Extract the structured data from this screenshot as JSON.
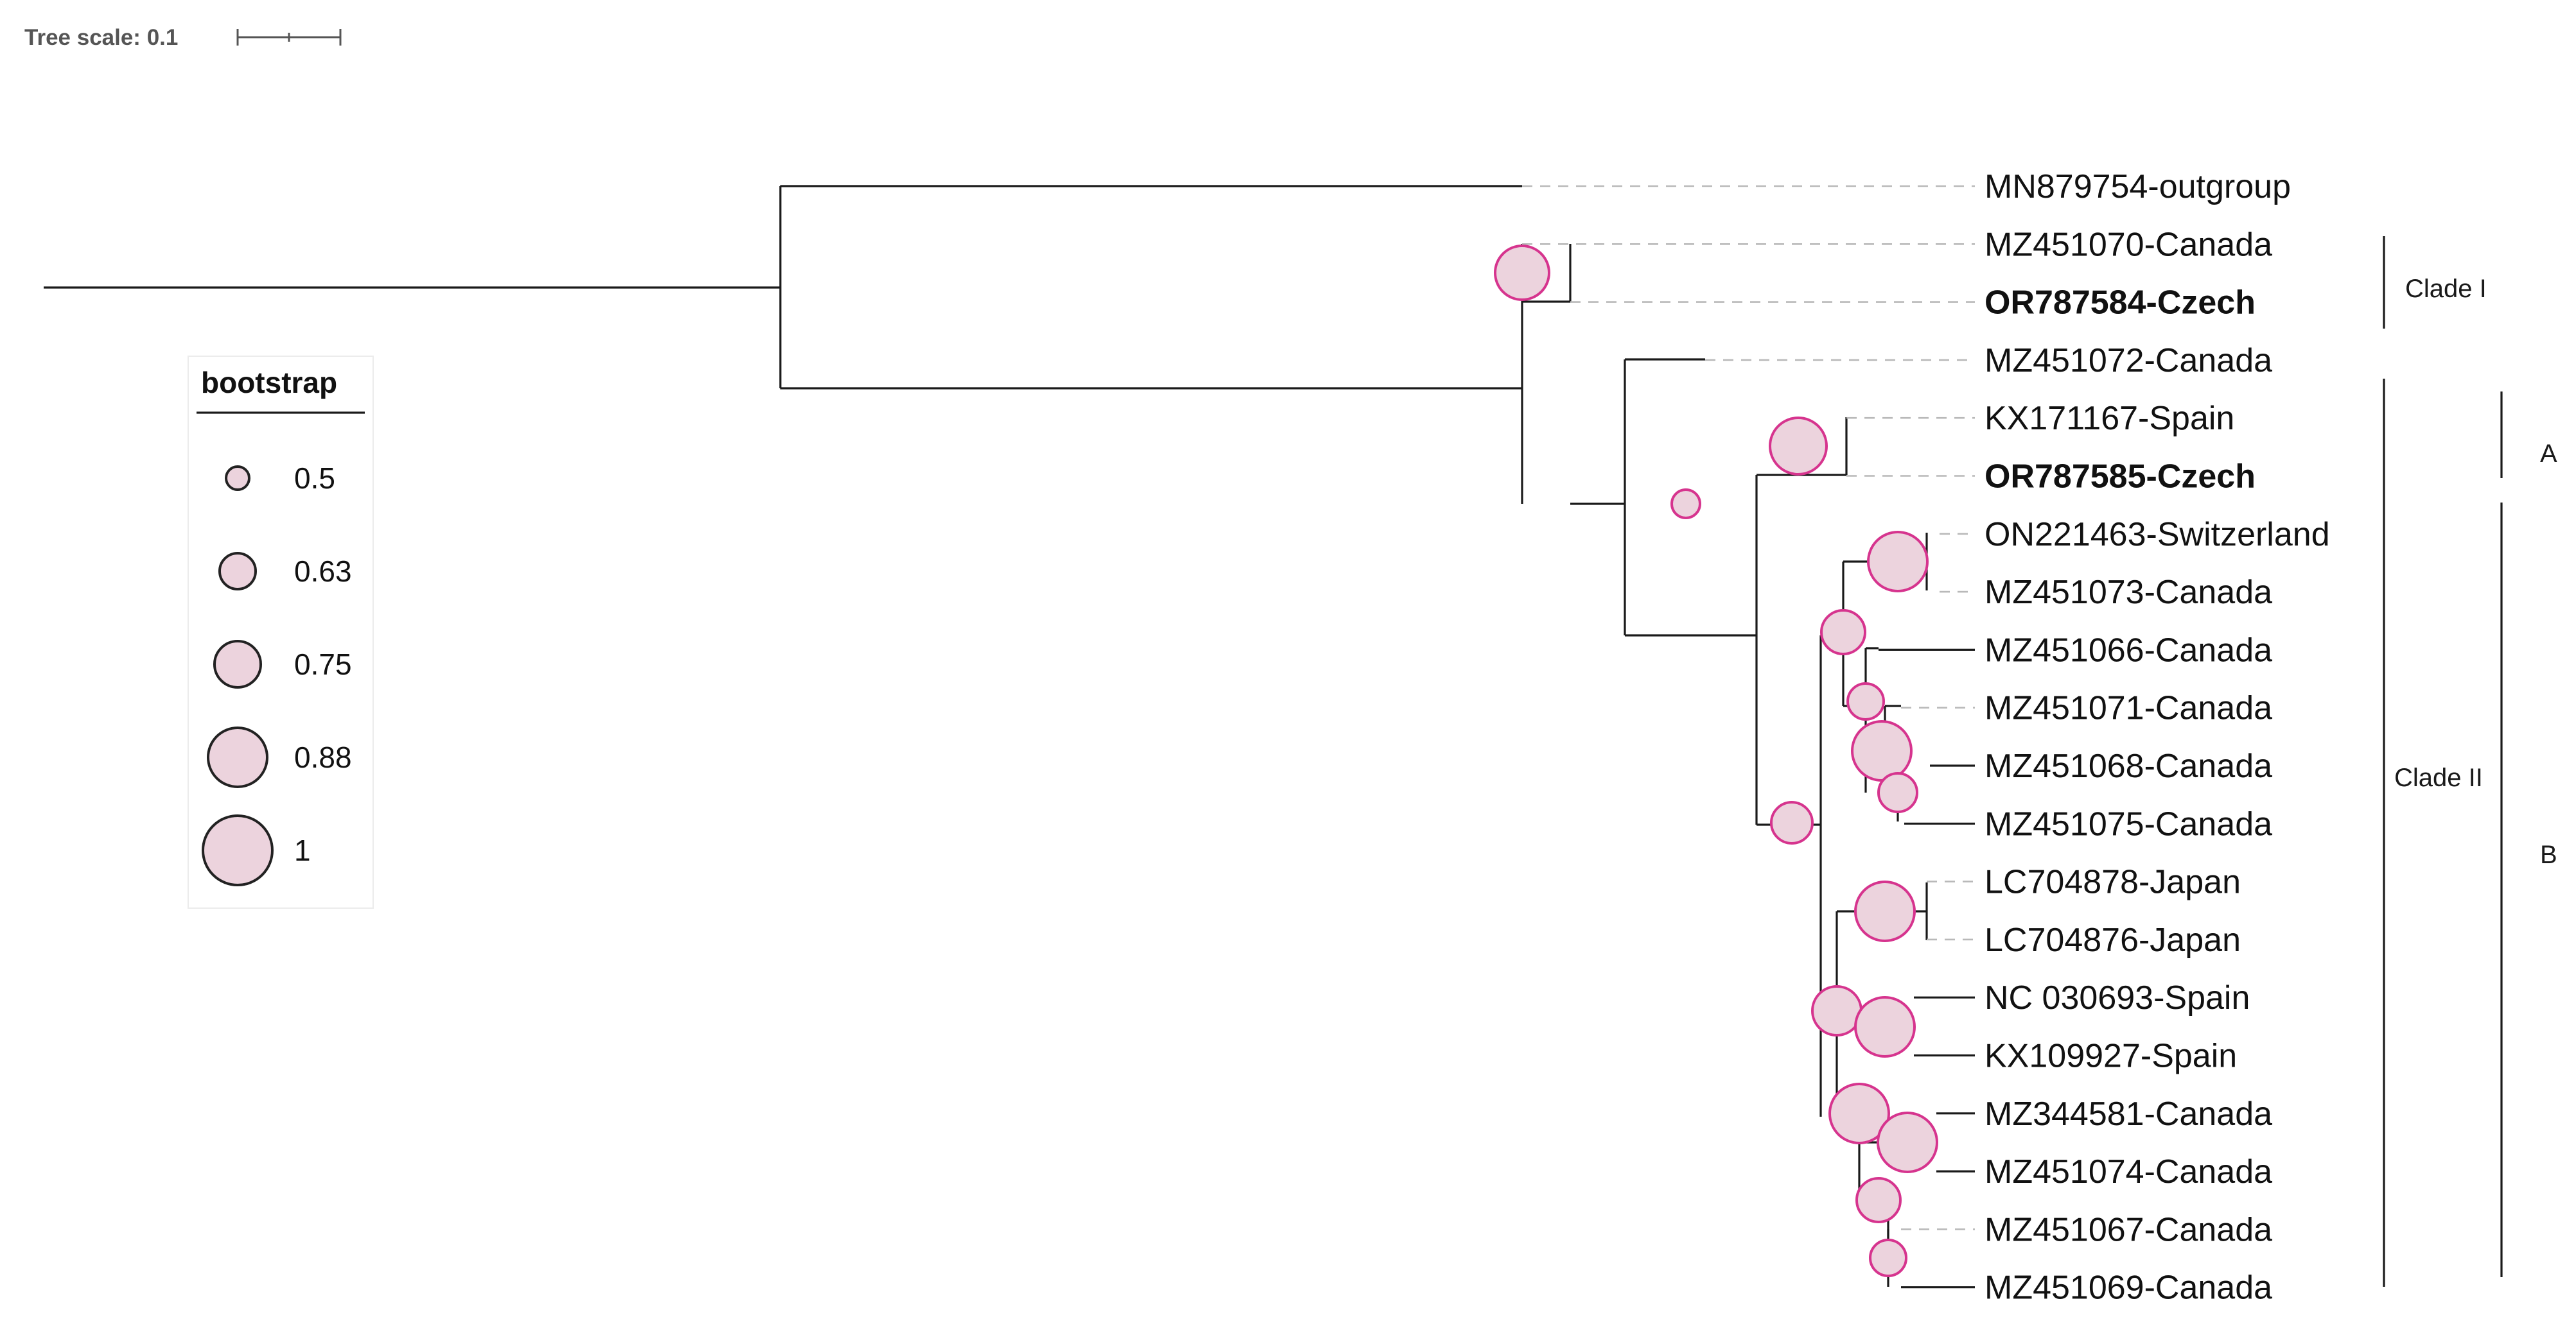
{
  "scale": {
    "label": "Tree scale: 0.1"
  },
  "legend": {
    "title": "bootstrap",
    "entries": [
      "0.5",
      "0.63",
      "0.75",
      "0.88",
      "1"
    ]
  },
  "leaves": [
    {
      "label": "MN879754-outgroup",
      "bold": false
    },
    {
      "label": "MZ451070-Canada",
      "bold": false
    },
    {
      "label": "OR787584-Czech",
      "bold": true
    },
    {
      "label": "MZ451072-Canada",
      "bold": false
    },
    {
      "label": "KX171167-Spain",
      "bold": false
    },
    {
      "label": "OR787585-Czech",
      "bold": true
    },
    {
      "label": "ON221463-Switzerland",
      "bold": false
    },
    {
      "label": "MZ451073-Canada",
      "bold": false
    },
    {
      "label": "MZ451066-Canada",
      "bold": false
    },
    {
      "label": "MZ451071-Canada",
      "bold": false
    },
    {
      "label": "MZ451068-Canada",
      "bold": false
    },
    {
      "label": "MZ451075-Canada",
      "bold": false
    },
    {
      "label": "LC704878-Japan",
      "bold": false
    },
    {
      "label": "LC704876-Japan",
      "bold": false
    },
    {
      "label": "NC 030693-Spain",
      "bold": false
    },
    {
      "label": "KX109927-Spain",
      "bold": false
    },
    {
      "label": "MZ344581-Canada",
      "bold": false
    },
    {
      "label": "MZ451074-Canada",
      "bold": false
    },
    {
      "label": "MZ451067-Canada",
      "bold": false
    },
    {
      "label": "MZ451069-Canada",
      "bold": false
    }
  ],
  "clades": [
    {
      "label": "Clade I"
    },
    {
      "label": "Clade II"
    },
    {
      "label": "A"
    },
    {
      "label": "B"
    }
  ]
}
